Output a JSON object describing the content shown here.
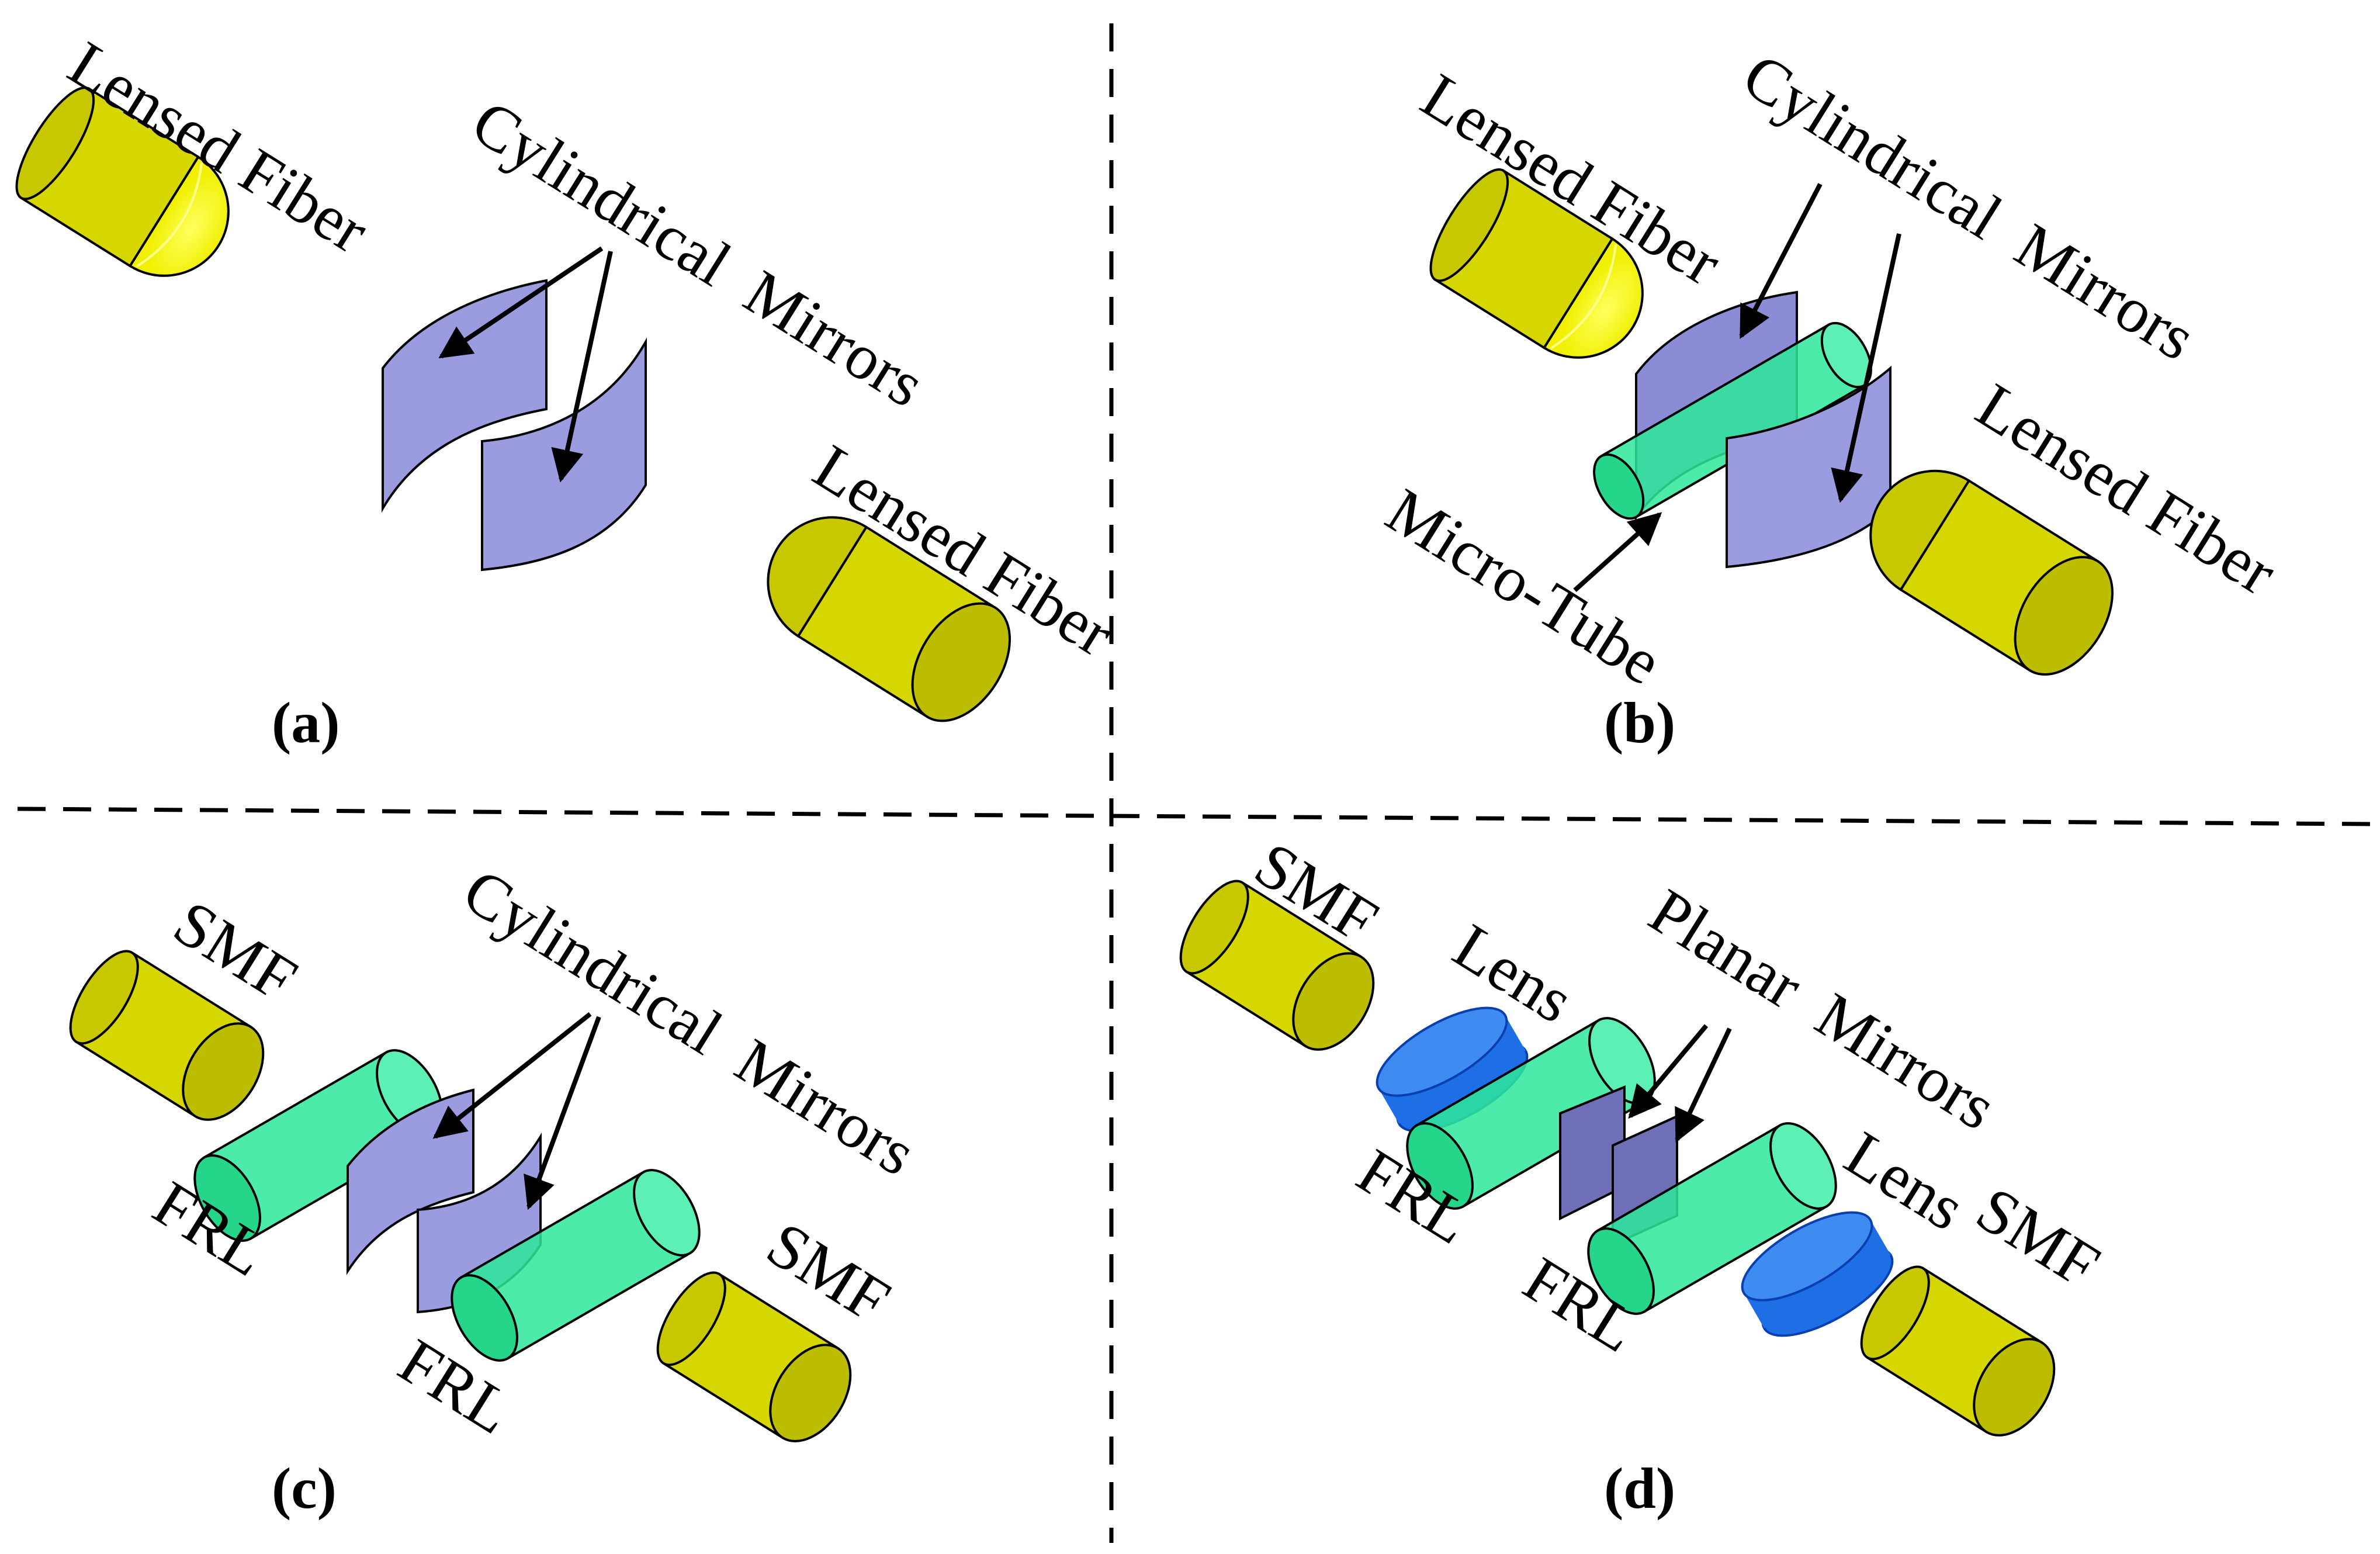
{
  "panels": {
    "a": {
      "label": "(a)",
      "lensed_fiber_top": "Lensed Fiber",
      "cylindrical_mirrors": "Cylindrical  Mirrors",
      "lensed_fiber_bottom": "Lensed Fiber"
    },
    "b": {
      "label": "(b)",
      "lensed_fiber_top": "Lensed Fiber",
      "cylindrical_mirrors": "Cylindrical  Mirrors",
      "lensed_fiber_bottom": "Lensed Fiber",
      "micro_tube": "Micro-Tube"
    },
    "c": {
      "label": "(c)",
      "smf_top": "SMF",
      "cylindrical_mirrors": "Cylindrical  Mirrors",
      "frl_left": "FRL",
      "frl_right": "FRL",
      "smf_bottom": "SMF"
    },
    "d": {
      "label": "(d)",
      "smf_top": "SMF",
      "lens_top": "Lens",
      "planar_mirrors": "Planar  Mirrors",
      "frl_left": "FRL",
      "frl_right": "FRL",
      "lens_bottom": "Lens",
      "smf_bottom": "SMF"
    }
  },
  "colors": {
    "fiber_yellow": "#d6d600",
    "fiber_highlight": "#ffff30",
    "mirror_lavender": "#9b9be0",
    "planar_mirror": "#6f6fb8",
    "frl_green": "#2ee89a",
    "lens_blue": "#1e6ee6"
  }
}
